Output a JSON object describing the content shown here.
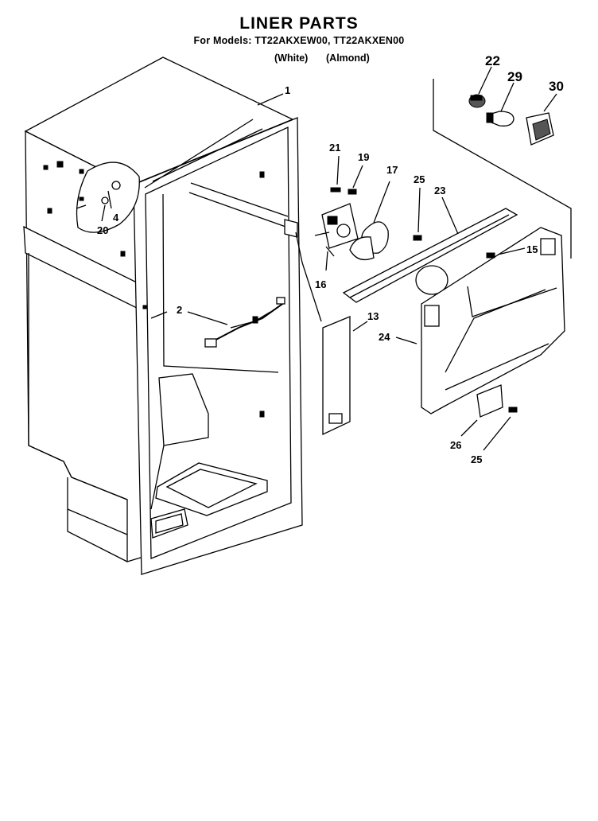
{
  "header": {
    "title": "LINER PARTS",
    "models": "For Models: TT22AKXEW00, TT22AKXEN00",
    "color_white": "(White)",
    "color_almond": "(Almond)"
  },
  "callouts": {
    "c1": "1",
    "c2": "2",
    "c4": "4",
    "c13": "13",
    "c15": "15",
    "c16": "16",
    "c17": "17",
    "c19": "19",
    "c20": "20",
    "c21": "21",
    "c22": "22",
    "c23": "23",
    "c24": "24",
    "c25a": "25",
    "c25b": "25",
    "c26": "26",
    "c29": "29",
    "c30": "30"
  }
}
